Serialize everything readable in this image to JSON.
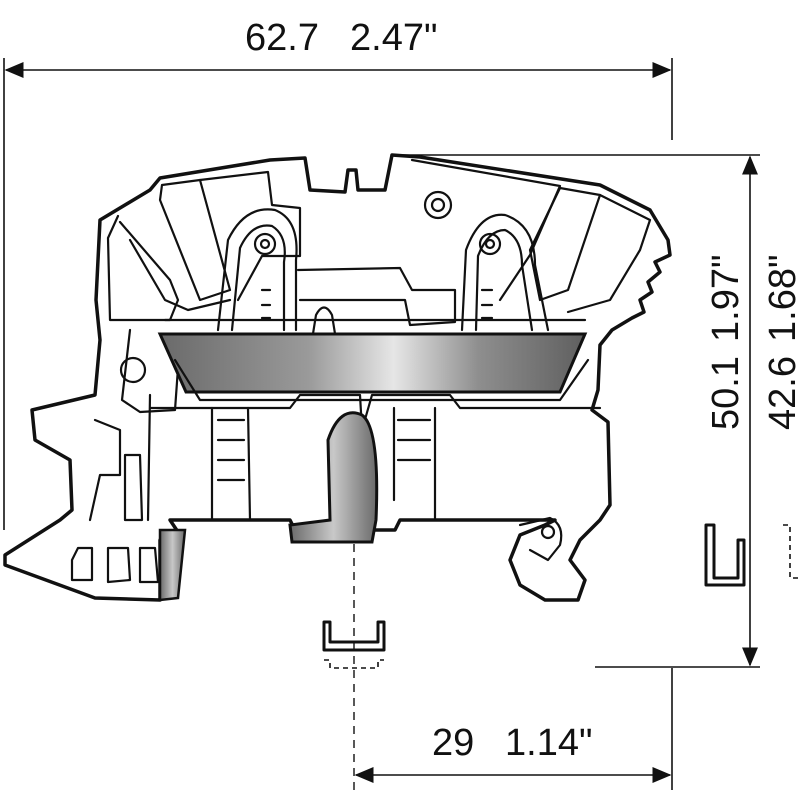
{
  "dimensions": {
    "width_total": {
      "mm": "62.7",
      "inch": "2.47\""
    },
    "height_total": {
      "mm": "50.1",
      "inch": "1.97\""
    },
    "height_rail": {
      "mm": "42.6",
      "inch": "1.68\""
    },
    "offset_rail": {
      "mm": "29",
      "inch": "1.14\""
    }
  },
  "colors": {
    "line": "#111111",
    "busbar_dark": "#5a5a5a",
    "busbar_light": "#d8d8d8"
  }
}
